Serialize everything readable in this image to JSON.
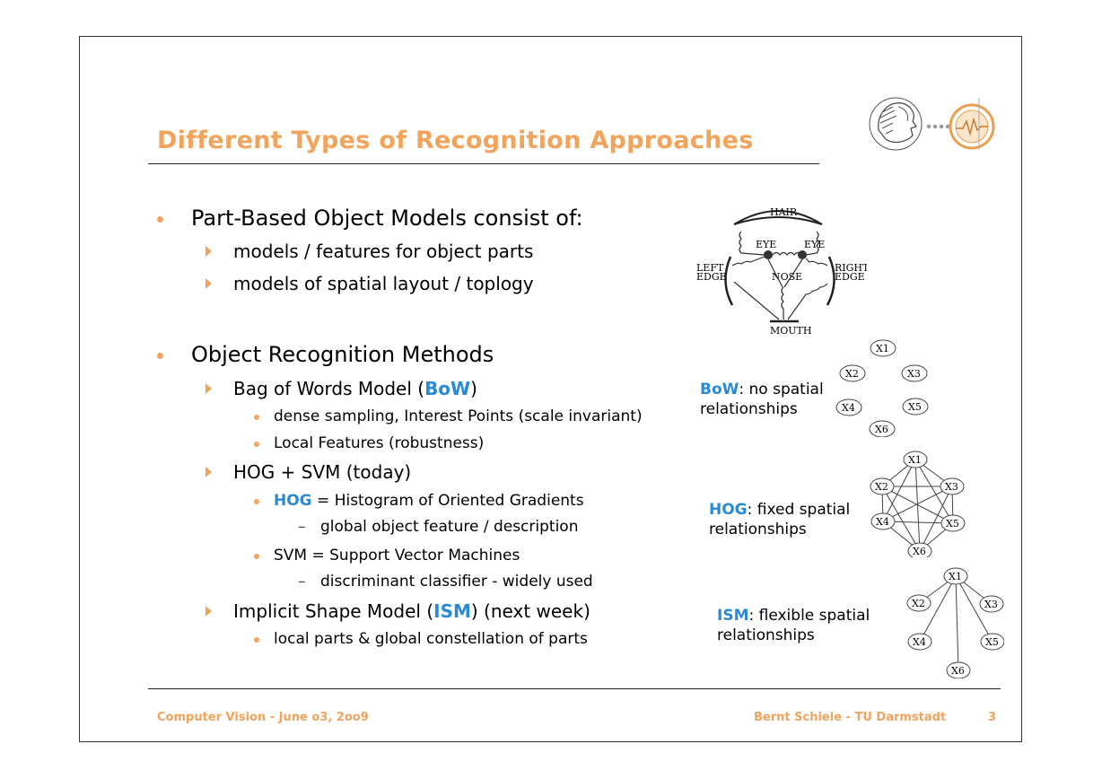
{
  "title": "Different Types of Recognition Approaches",
  "bullets": {
    "part_based": "Part-Based Object Models consist of:",
    "part_sub1": "models / features for object parts",
    "part_sub2": "models of spatial layout / toplogy",
    "methods": "Object Recognition Methods",
    "bow_pre": "Bag of Words Model (",
    "bow_abbr": "BoW",
    "bow_post": ")",
    "bow_sub1": "dense sampling, Interest Points (scale invariant)",
    "bow_sub2": "Local Features (robustness)",
    "hogsvm": "HOG + SVM (today)",
    "hog_abbr": "HOG",
    "hog_def": " = Histogram of Oriented Gradients",
    "hog_sub": "global object feature / description",
    "svm_def": "SVM = Support Vector Machines",
    "svm_sub": "discriminant classifier - widely used",
    "ism_pre": "Implicit Shape Model (",
    "ism_abbr": "ISM",
    "ism_post": ") (next week)",
    "ism_sub": "local parts & global constellation of parts"
  },
  "side_labels": {
    "bow_abbr": "BoW",
    "bow_line1": ": no spatial",
    "bow_line2": "relationships",
    "hog_abbr": "HOG",
    "hog_line1": ": fixed spatial",
    "hog_line2": "relationships",
    "ism_abbr": "ISM",
    "ism_line1": ": flexible spatial",
    "ism_line2": "relationships"
  },
  "face_model": {
    "hair": "HAIR",
    "eye_left": "EYE",
    "eye_right": "EYE",
    "left_edge_1": "LEFT",
    "left_edge_2": "EDGE",
    "right_edge_1": "RIGHT",
    "right_edge_2": "EDGE",
    "nose": "NOSE",
    "mouth": "MOUTH"
  },
  "nodes": [
    "X1",
    "X2",
    "X3",
    "X4",
    "X5",
    "X6"
  ],
  "footer": {
    "left": "Computer Vision - June o3, 2oo9",
    "right": "Bernt Schiele - TU Darmstadt",
    "page": "3"
  },
  "colors": {
    "accent": "#f0a45c",
    "highlight": "#2a8ad6"
  }
}
